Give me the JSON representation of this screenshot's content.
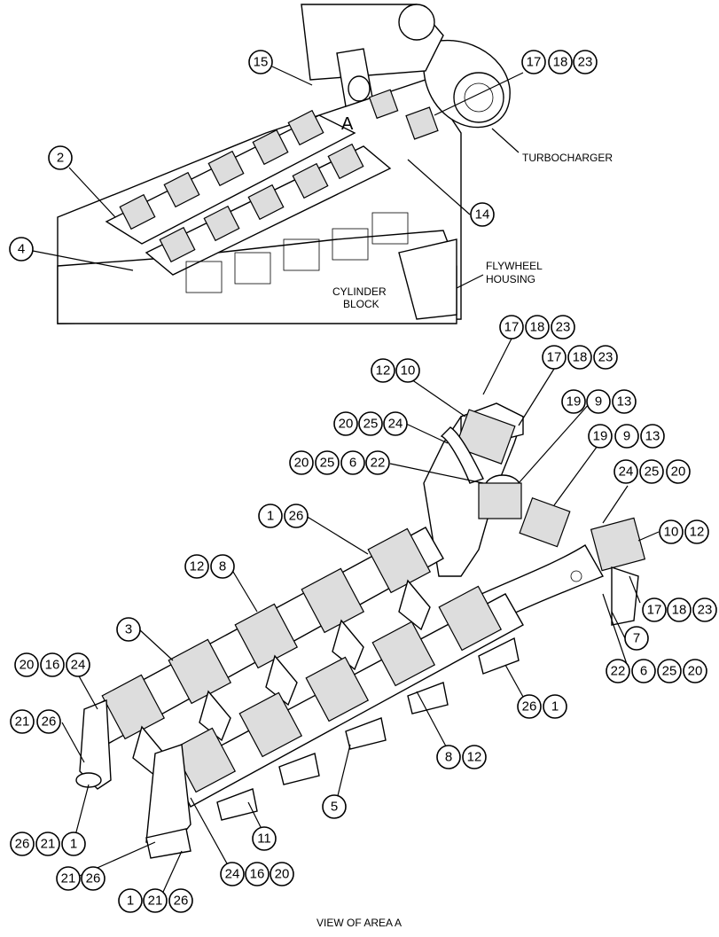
{
  "labels": {
    "turbocharger": "TURBOCHARGER",
    "flywheel_line1": "FLYWHEEL",
    "flywheel_line2": "HOUSING",
    "cylinder_line1": "CYLINDER",
    "cylinder_line2": "BLOCK",
    "area_letter": "A",
    "caption": "VIEW OF AREA A"
  },
  "callouts": {
    "c15": "15",
    "c17a": "17",
    "c18a": "18",
    "c23a": "23",
    "c2": "2",
    "c14": "14",
    "c4": "4",
    "c17b": "17",
    "c18b": "18",
    "c23b": "23",
    "c12a": "12",
    "c10a": "10",
    "c17c": "17",
    "c18c": "18",
    "c23c": "23",
    "c19a": "19",
    "c9a": "9",
    "c13a": "13",
    "c20a": "20",
    "c25a": "25",
    "c24a": "24",
    "c19b": "19",
    "c9b": "9",
    "c13b": "13",
    "c20b": "20",
    "c25b": "25",
    "c6a": "6",
    "c22a": "22",
    "c24b": "24",
    "c25c": "25",
    "c20c": "20",
    "c1a": "1",
    "c26a": "26",
    "c10b": "10",
    "c12b": "12",
    "c12c": "12",
    "c8a": "8",
    "c17d": "17",
    "c18d": "18",
    "c23d": "23",
    "c3": "3",
    "c7": "7",
    "c22b": "22",
    "c6b": "6",
    "c25d": "25",
    "c20d": "20",
    "c20e": "20",
    "c16a": "16",
    "c24c": "24",
    "c26b": "26",
    "c1b": "1",
    "c21a": "21",
    "c26c": "26",
    "c8b": "8",
    "c12d": "12",
    "c5": "5",
    "c26d": "26",
    "c21b": "21",
    "c1c": "1",
    "c11": "11",
    "c21c": "21",
    "c26e": "26",
    "c24d": "24",
    "c16b": "16",
    "c20f": "20",
    "c1d": "1",
    "c21d": "21",
    "c26f": "26"
  }
}
